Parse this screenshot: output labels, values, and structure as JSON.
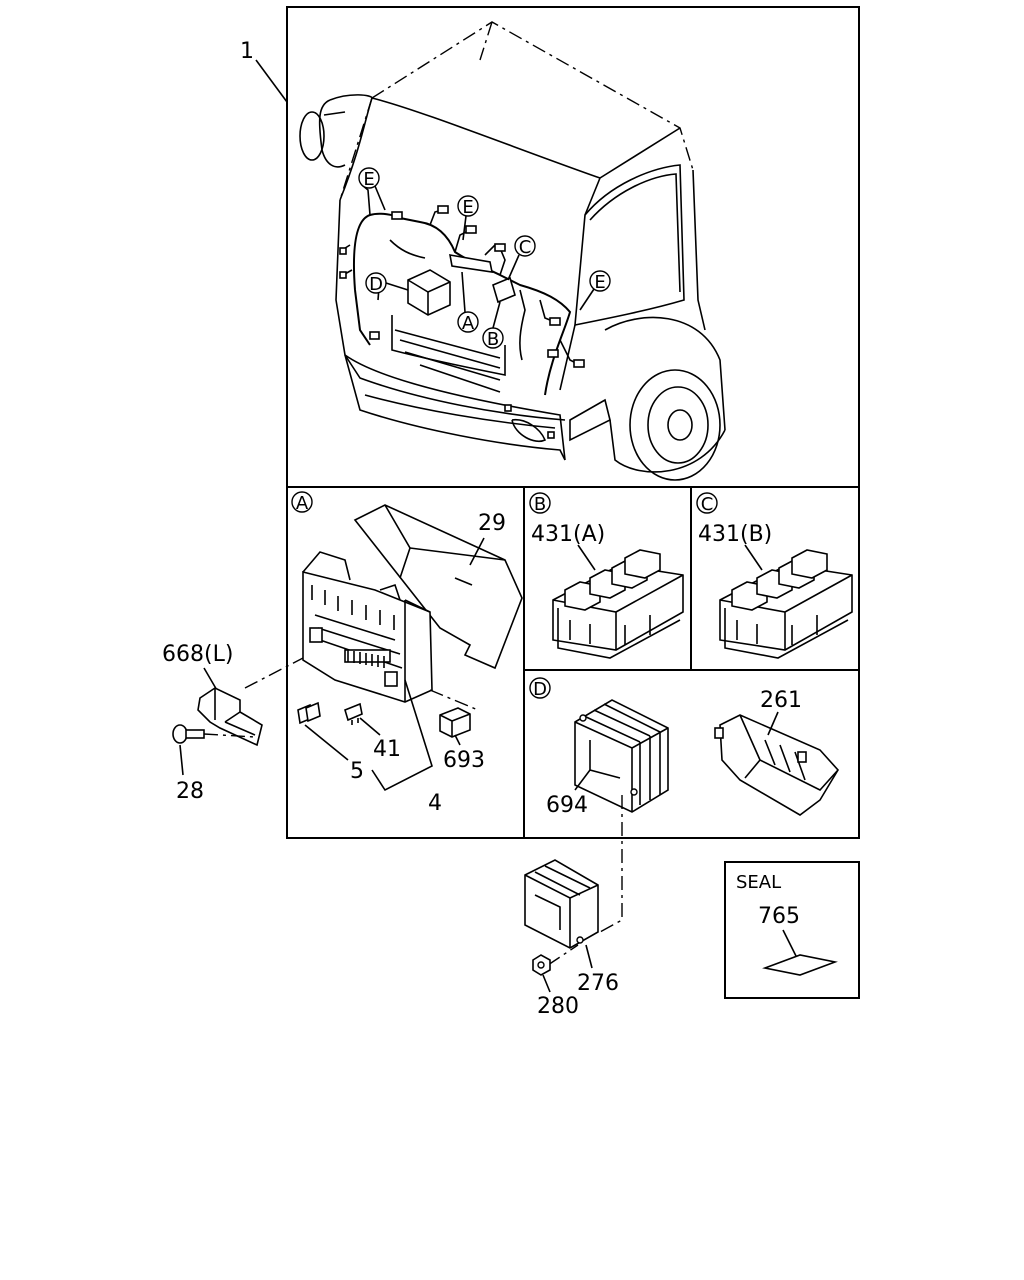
{
  "callouts": {
    "harness": "1",
    "fuse_cover": "29",
    "bracket": "668(L)",
    "bolt": "28",
    "fuse_small": "5",
    "fuse_mini": "41",
    "relay_small": "693",
    "fuse_set": "4",
    "relay_a": "431(A)",
    "relay_b": "431(B)",
    "cover_d": "261",
    "module_d": "694",
    "ecu": "276",
    "nut": "280",
    "seal_part": "765"
  },
  "markers": {
    "A": "A",
    "B": "B",
    "C": "C",
    "D": "D",
    "E": "E"
  },
  "seal_box": {
    "title": "SEAL"
  }
}
